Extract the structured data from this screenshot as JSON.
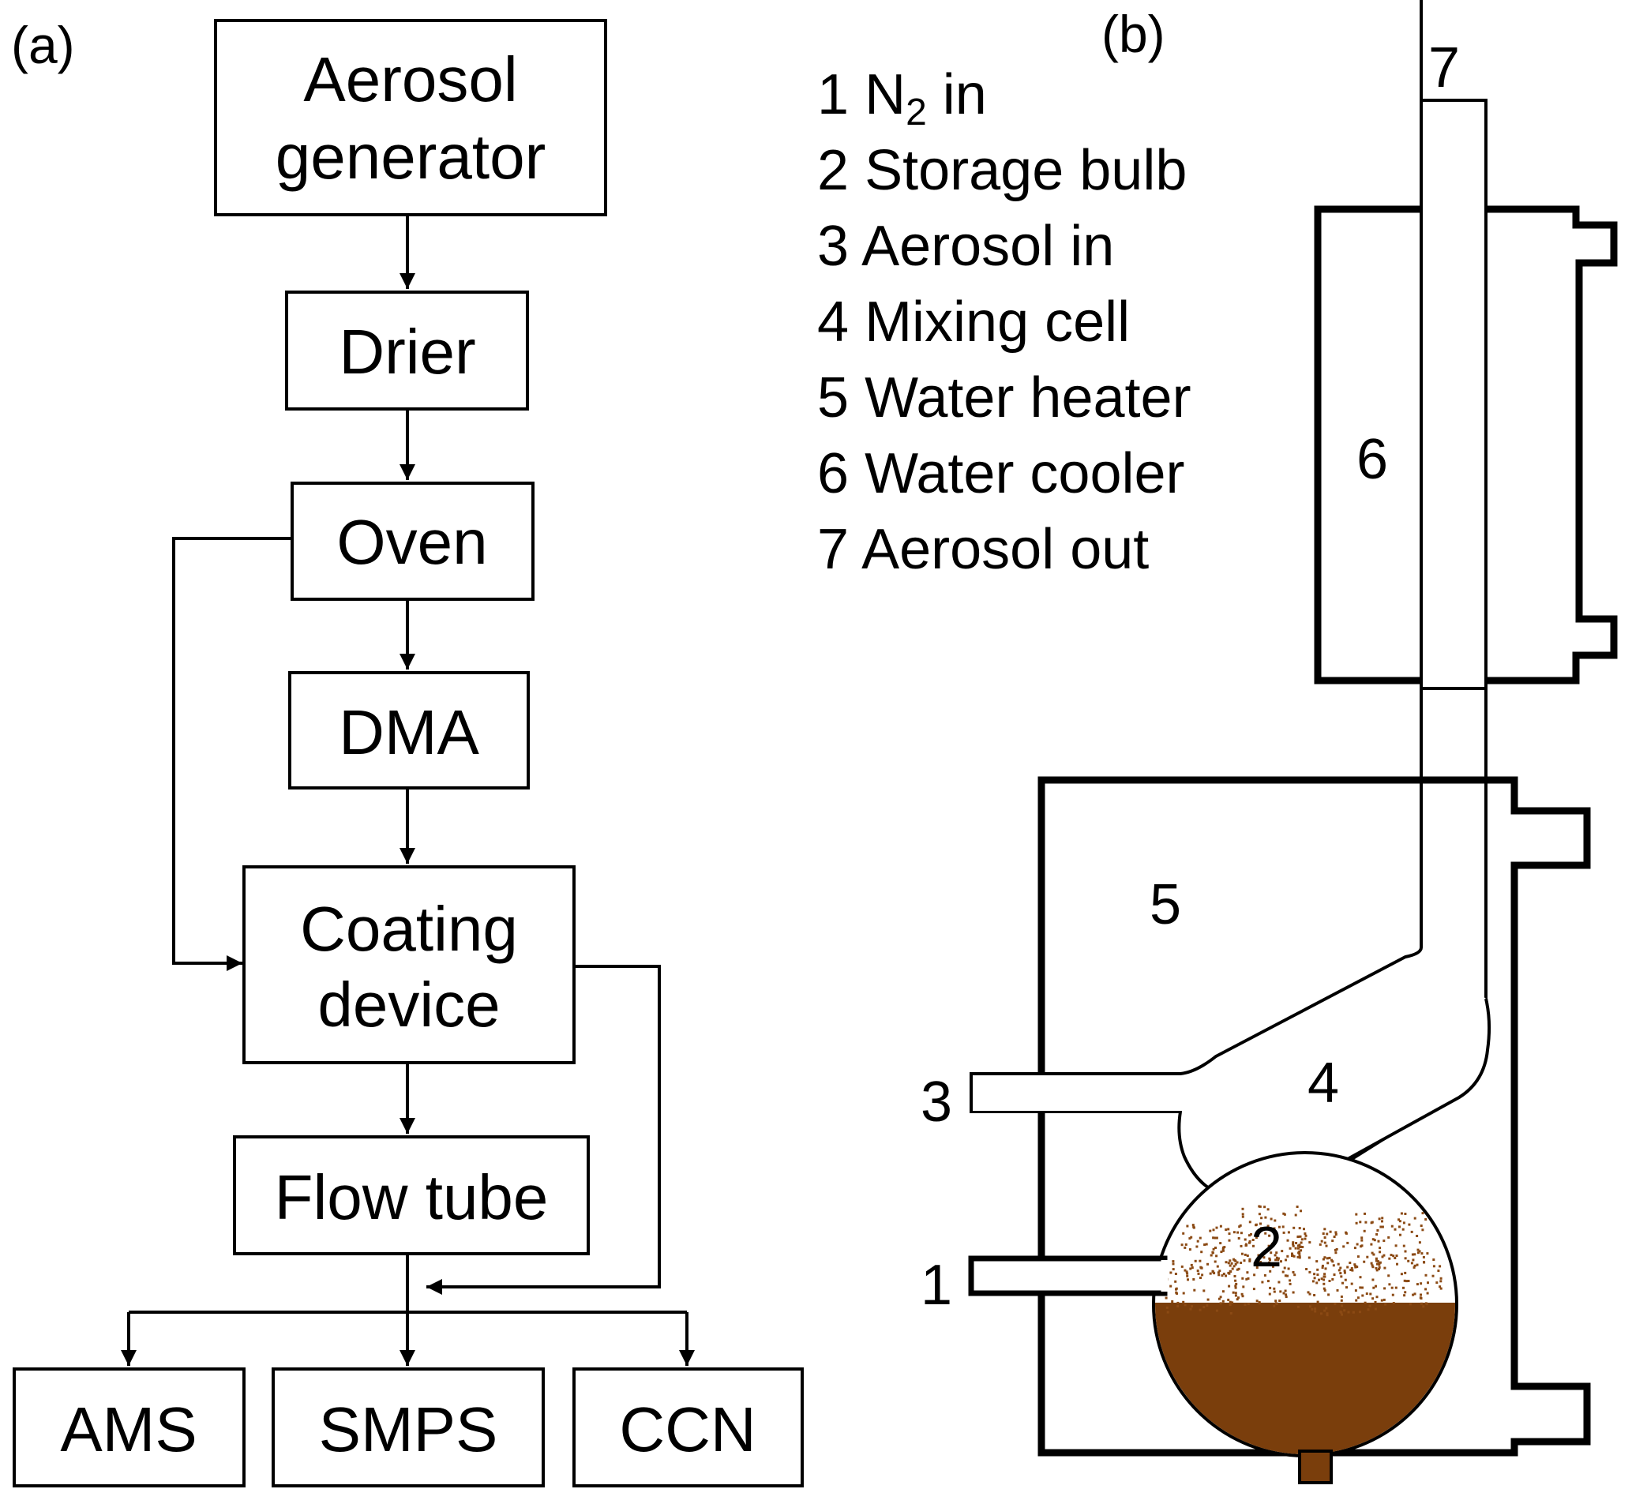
{
  "panel_a": {
    "label": "(a)",
    "boxes": {
      "aerosol_generator": [
        "Aerosol",
        "generator"
      ],
      "drier": "Drier",
      "oven": "Oven",
      "dma": "DMA",
      "coating_device": [
        "Coating",
        "device"
      ],
      "flow_tube": "Flow tube",
      "ams": "AMS",
      "smps": "SMPS",
      "ccn": "CCN"
    }
  },
  "panel_b": {
    "label": "(b)",
    "legend": [
      {
        "num": "1",
        "text": "N",
        "sub": "2",
        "after": " in"
      },
      {
        "num": "2",
        "text": "Storage bulb"
      },
      {
        "num": "3",
        "text": "Aerosol in"
      },
      {
        "num": "4",
        "text": "Mixing cell"
      },
      {
        "num": "5",
        "text": "Water heater"
      },
      {
        "num": "6",
        "text": "Water cooler"
      },
      {
        "num": "7",
        "text": "Aerosol out"
      }
    ],
    "markers": {
      "n1": "1",
      "n2": "2",
      "n3": "3",
      "n4": "4",
      "n5": "5",
      "n6": "6",
      "n7": "7"
    },
    "colors": {
      "liquid": "#7a3e0c",
      "particles": "#8b4a14"
    }
  }
}
